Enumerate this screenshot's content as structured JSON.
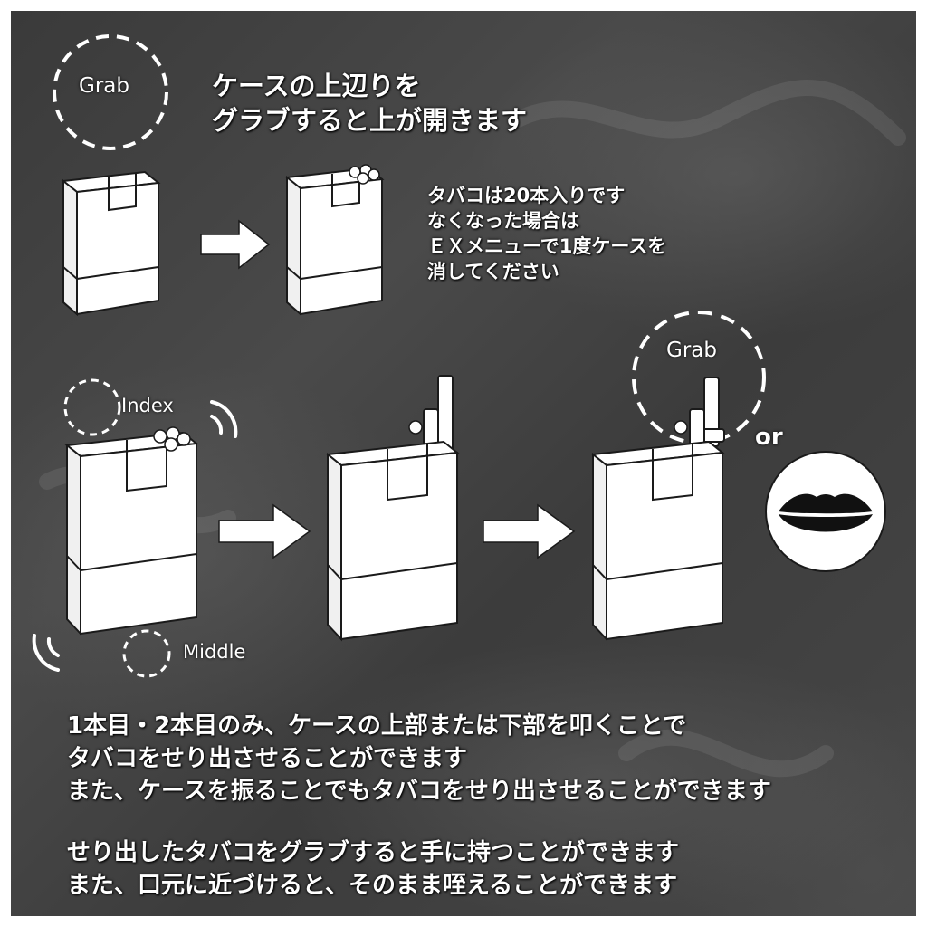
{
  "labels": {
    "grab_top": "Grab",
    "grab_right": "Grab",
    "index": "Index",
    "middle": "Middle",
    "or": "or"
  },
  "heading": {
    "line1": "ケースの上辺りを",
    "line2": "グラブすると上が開きます"
  },
  "note": {
    "line1": "タバコは20本入りです",
    "line2": "なくなった場合は",
    "line3": "ＥＸメニューで1度ケースを",
    "line4": "消してください"
  },
  "body": {
    "p1_line1": "1本目・2本目のみ、ケースの上部または下部を叩くことで",
    "p1_line2": "タバコをせり出させることができます",
    "p1_line3": "また、ケースを振ることでもタバコをせり出させることができます",
    "p2_line1": "せり出したタバコをグラブすると手に持つことができます",
    "p2_line2": "また、口元に近づけると、そのまま咥えることができます"
  },
  "icons": [
    "grab-circle-icon",
    "index-circle-icon",
    "middle-circle-icon",
    "tap-wave-icon",
    "arrow-right-icon",
    "cigarette-pack-icon",
    "lips-icon"
  ],
  "colors": {
    "background": "#404040",
    "foreground": "#ffffff",
    "outline": "#1a1a1a"
  }
}
